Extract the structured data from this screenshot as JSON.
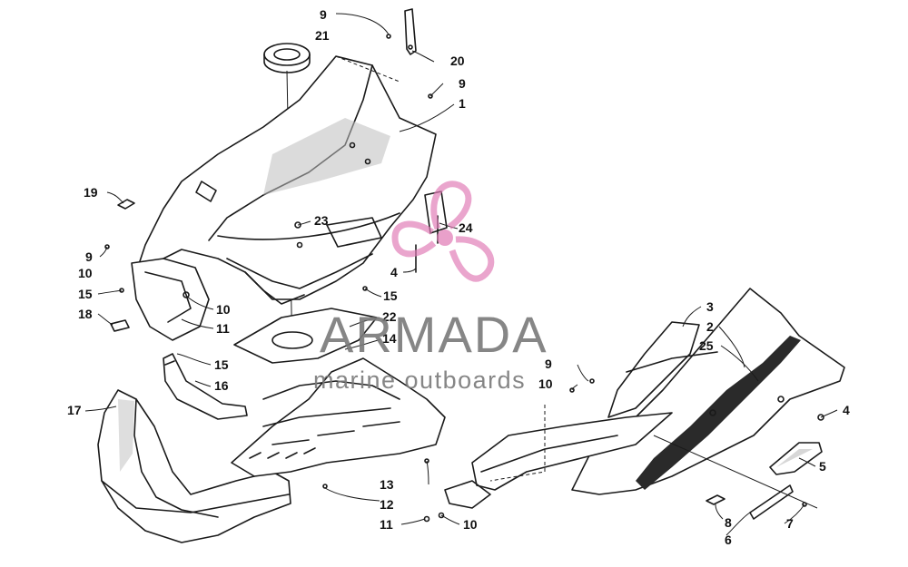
{
  "callouts": [
    {
      "id": "c9a",
      "text": "9"
    },
    {
      "id": "c21",
      "text": "21"
    },
    {
      "id": "c20",
      "text": "20"
    },
    {
      "id": "c9b",
      "text": "9"
    },
    {
      "id": "c1",
      "text": "1"
    },
    {
      "id": "c19",
      "text": "19"
    },
    {
      "id": "c23",
      "text": "23"
    },
    {
      "id": "c24",
      "text": "24"
    },
    {
      "id": "c9c",
      "text": "9"
    },
    {
      "id": "c10a",
      "text": "10"
    },
    {
      "id": "c4a",
      "text": "4"
    },
    {
      "id": "c15a",
      "text": "15"
    },
    {
      "id": "c15b",
      "text": "15"
    },
    {
      "id": "c10b",
      "text": "10"
    },
    {
      "id": "c18",
      "text": "18"
    },
    {
      "id": "c11a",
      "text": "11"
    },
    {
      "id": "c22",
      "text": "22"
    },
    {
      "id": "c14",
      "text": "14"
    },
    {
      "id": "c15c",
      "text": "15"
    },
    {
      "id": "c16",
      "text": "16"
    },
    {
      "id": "c17",
      "text": "17"
    },
    {
      "id": "c3",
      "text": "3"
    },
    {
      "id": "c2",
      "text": "2"
    },
    {
      "id": "c25",
      "text": "25"
    },
    {
      "id": "c9d",
      "text": "9"
    },
    {
      "id": "c10c",
      "text": "10"
    },
    {
      "id": "c4b",
      "text": "4"
    },
    {
      "id": "c5",
      "text": "5"
    },
    {
      "id": "c13",
      "text": "13"
    },
    {
      "id": "c12",
      "text": "12"
    },
    {
      "id": "c11b",
      "text": "11"
    },
    {
      "id": "c10d",
      "text": "10"
    },
    {
      "id": "c8",
      "text": "8"
    },
    {
      "id": "c7",
      "text": "7"
    },
    {
      "id": "c6",
      "text": "6"
    }
  ],
  "watermark": {
    "title": "ARMADA",
    "subtitle": "marine outboards",
    "logo_color": "#e07bb5",
    "icon": "propeller-logo-icon"
  }
}
